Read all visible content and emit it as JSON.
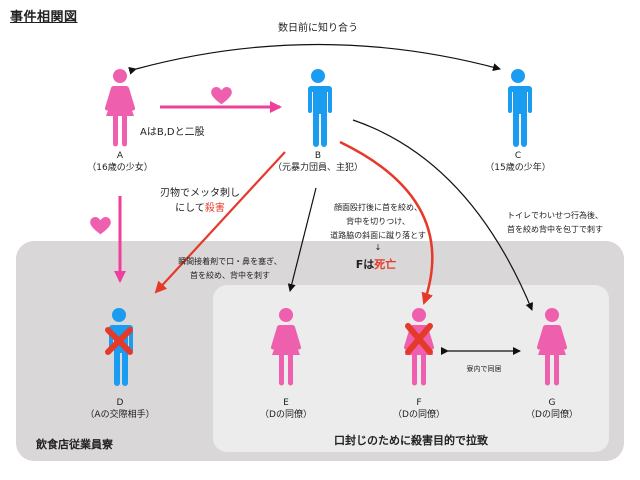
{
  "title": "事件相関図",
  "colors": {
    "female": "#ee5fae",
    "male": "#1a9cf0",
    "kill": "#e53a2a",
    "love_arrow": "#ee3f9b",
    "outer_box": "#d9d7d8",
    "inner_box": "#ececec"
  },
  "persons": {
    "A": {
      "letter": "A",
      "desc": "（16歳の少女）",
      "gender": "female",
      "deceased": false
    },
    "B": {
      "letter": "B",
      "desc": "（元暴力団員、主犯）",
      "gender": "male",
      "deceased": false
    },
    "C": {
      "letter": "C",
      "desc": "（15歳の少年）",
      "gender": "male",
      "deceased": false
    },
    "D": {
      "letter": "D",
      "desc": "（Aの交際相手）",
      "gender": "male",
      "deceased": true
    },
    "E": {
      "letter": "E",
      "desc": "（Dの同僚）",
      "gender": "female",
      "deceased": false
    },
    "F": {
      "letter": "F",
      "desc": "（Dの同僚）",
      "gender": "female",
      "deceased": true
    },
    "G": {
      "letter": "G",
      "desc": "（Dの同僚）",
      "gender": "female",
      "deceased": false
    }
  },
  "annotations": {
    "met_days_ago": "数日前に知り合う",
    "two_timing": "AはB,Dと二股",
    "stab_line1": "刃物でメッタ刺し",
    "stab_line2_prefix": "にして",
    "stab_line2_red": "殺害",
    "glue_line1": "瞬間接着剤で口・鼻を塞ぎ、",
    "glue_line2": "首を絞め、背中を刺す",
    "f_line1": "顔面殴打後に首を絞め、",
    "f_line2": "背中を切りつけ、",
    "f_line3": "道路脇の斜面に蹴り落とす",
    "f_down_arrow": "↓",
    "f_dead_prefix": "Fは",
    "f_dead_red": "死亡",
    "g_line1": "トイレでわいせつ行為後、",
    "g_line2": "首を絞め背中を包丁で刺す",
    "live_together": "寮内で同居"
  },
  "groups": {
    "outer": "飲食店従業員寮",
    "inner": "口封じのために殺害目的で拉致"
  }
}
